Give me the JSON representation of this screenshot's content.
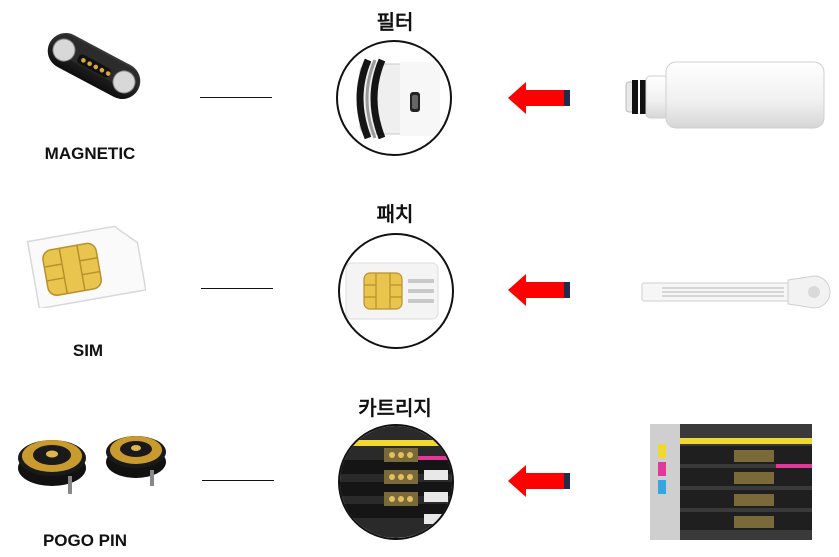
{
  "rows": [
    {
      "connector_label": "MAGNETIC",
      "title": "필터"
    },
    {
      "connector_label": "SIM",
      "title": "패치"
    },
    {
      "connector_label": "POGO PIN",
      "title": "카트리지"
    }
  ],
  "colors": {
    "arrow_fill": "#ff0000",
    "arrow_tail": "#1f2d4a",
    "line": "#111111"
  }
}
